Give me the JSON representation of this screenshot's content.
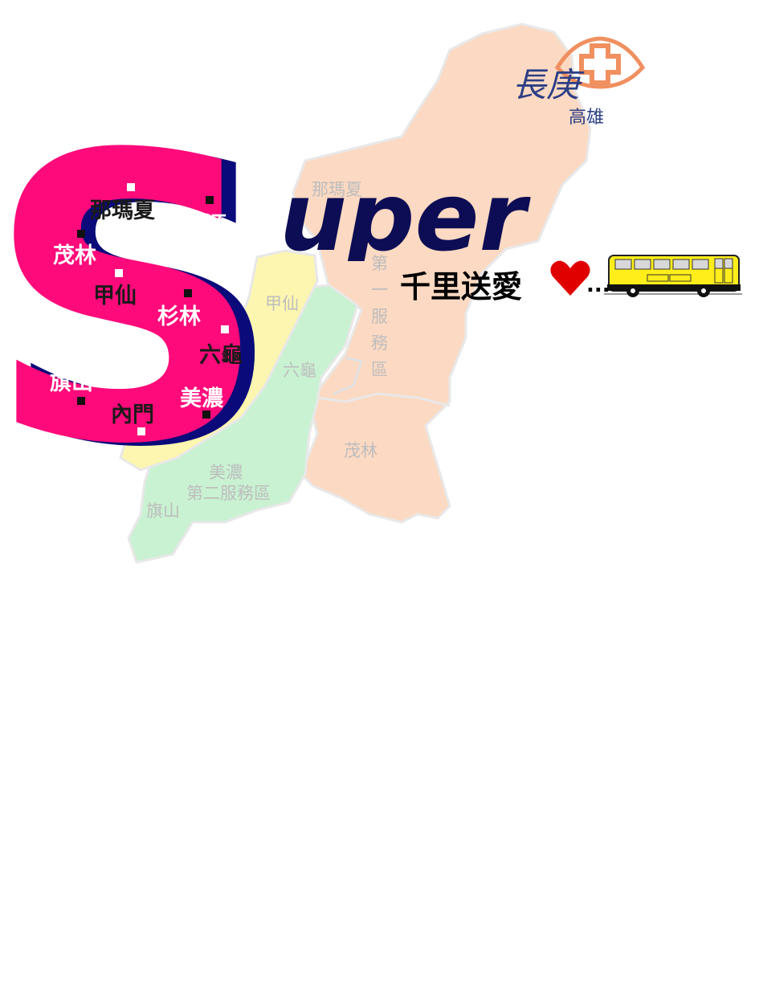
{
  "map": {
    "labels": {
      "namasia": "那瑪夏",
      "zone1": "第\n一\n服\n務\n區",
      "jiaxian": "甲仙",
      "liugui": "六龜",
      "maolin": "茂林",
      "meinong": "美濃",
      "zone2": "第二服務區",
      "qishan": "旗山",
      "di": "第",
      "partial": "源"
    }
  },
  "logo": {
    "name": "長庚",
    "city": "高雄",
    "colors": {
      "text": "#2c3f86",
      "cross": "#f09060"
    }
  },
  "headline": {
    "word_rest": "uper",
    "slogan": "千里送愛",
    "ellipsis": "..."
  },
  "towns": {
    "namasia": "那瑪夏",
    "taoyuan": "桃源",
    "maolin": "茂林",
    "jiaxian": "甲仙",
    "shanlin": "杉林",
    "liugui": "六龜",
    "qishan": "旗山",
    "meinong": "美濃",
    "neimen": "內門"
  },
  "colors": {
    "s_fill": "#ff0a7a",
    "s_shadow": "#0a0a7a",
    "zone_peach": "#fcd9c2",
    "zone_green": "#c9f2d2",
    "zone_yellow": "#fdf6b0",
    "bus": "#ffee1a",
    "heart": "#e00000"
  }
}
